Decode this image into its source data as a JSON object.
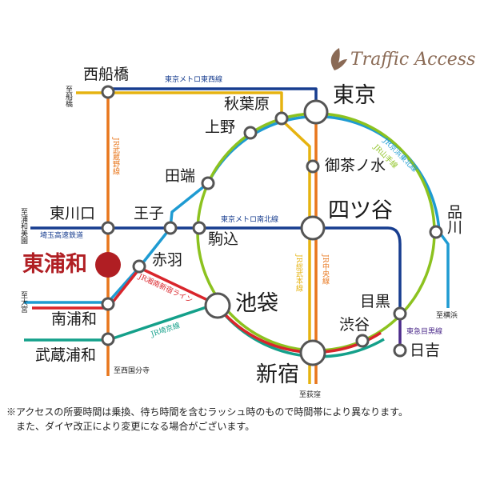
{
  "logo": {
    "text": "Traffic Access",
    "icon": "leaf-icon"
  },
  "stations": {
    "nishifunabashi": "西船橋",
    "tokyo": "東京",
    "akihabara": "秋葉原",
    "ueno": "上野",
    "tabata": "田端",
    "ochanomizu": "御茶ノ水",
    "higashikawaguchi": "東川口",
    "oji": "王子",
    "komagome": "駒込",
    "yotsuya": "四ツ谷",
    "shinagawa": "品川",
    "higashiurawa": "東浦和",
    "akabane": "赤羽",
    "ikebukuro": "池袋",
    "minamiurawa": "南浦和",
    "meguro": "目黒",
    "shibuya": "渋谷",
    "hiyoshi": "日吉",
    "musashiurawa": "武蔵浦和",
    "shinjuku": "新宿"
  },
  "lines": {
    "tozai": "東京メトロ東西線",
    "musashino": "JR武蔵野線",
    "keihin": "JR京浜東北線",
    "yamanote": "JR山手線",
    "namboku": "東京メトロ南北線",
    "saitama": "埼玉高速鉄道",
    "shonan": "JR湘南新宿ライン",
    "saikyo": "JR埼京線",
    "sobu": "JR総武本線",
    "chuo": "JR中央線",
    "tokyu": "東急目黒線"
  },
  "directions": {
    "funabashi": "至船橋",
    "urawamisono": "至浦和美園",
    "omiya": "至大宮",
    "nishikokubunji": "至西国分寺",
    "ogikubo": "至荻窪",
    "yokohama": "至横浜"
  },
  "colors": {
    "musashino": "#e8761c",
    "sobu": "#e6b310",
    "tozai": "#173d8f",
    "keihin": "#1e9bd2",
    "yamanote": "#8cc21f",
    "shonan": "#d9252b",
    "saikyo": "#14a08a",
    "tokyu": "#4b2a8a",
    "home": "#b01e23"
  },
  "footnote": [
    "※アクセスの所要時間は乗換、待ち時間を含むラッシュ時のもので時間帯により異なります。",
    "　また、ダイヤ改正により変更になる場合がございます。"
  ]
}
